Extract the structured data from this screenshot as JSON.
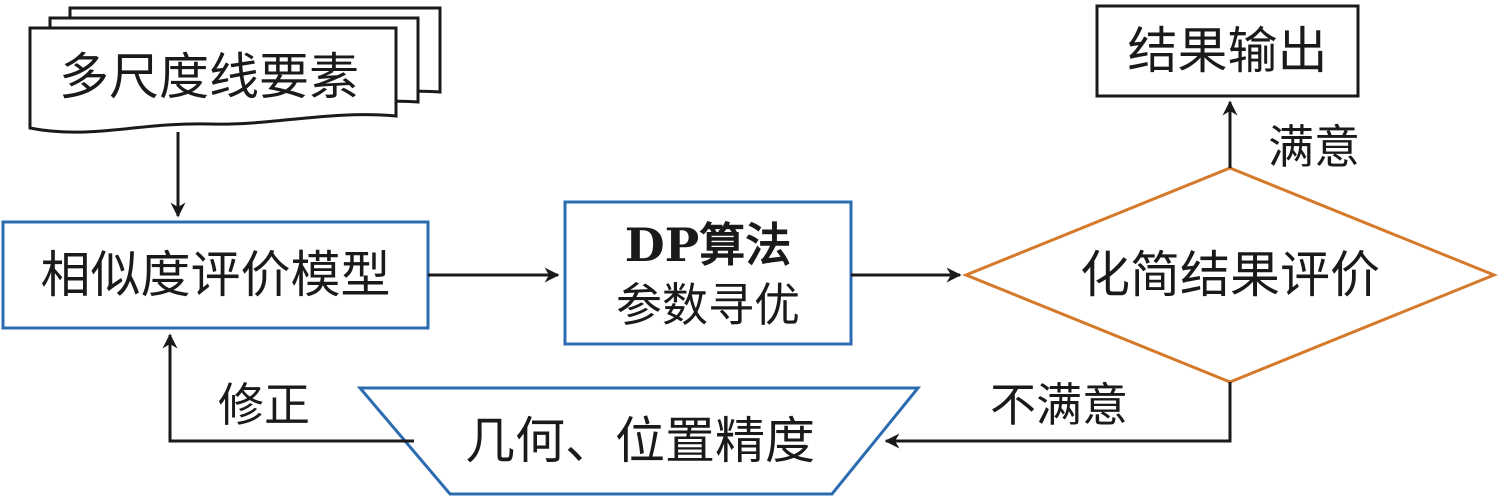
{
  "nodes": {
    "input_doc": "多尺度线要素",
    "similarity_model": "相似度评价模型",
    "dp_line1": "DP算法",
    "dp_line2": "参数寻优",
    "evaluation": "化简结果评价",
    "output": "结果输出",
    "accuracy": "几何、位置精度"
  },
  "edges": {
    "satisfied": "满意",
    "not_satisfied": "不满意",
    "correction": "修正"
  },
  "colors": {
    "line": "#1a1a1a",
    "blue_box": "#2b6cb0",
    "orange_diamond": "#d47a2a"
  }
}
